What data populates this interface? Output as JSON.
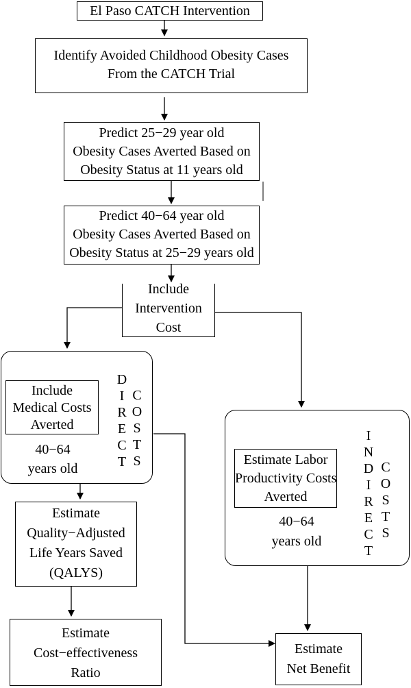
{
  "nodes": {
    "start": {
      "label": "El Paso CATCH Intervention"
    },
    "identify": {
      "lines": [
        "Identify Avoided Childhood Obesity Cases",
        "From the CATCH Trial"
      ]
    },
    "predict_25": {
      "lines": [
        "Predict 25−29 year old",
        "Obesity Cases Averted Based on",
        "Obesity Status at 11 years old"
      ]
    },
    "predict_40": {
      "lines": [
        "Predict 40−64 year old",
        "Obesity Cases Averted Based on",
        "Obesity Status at 25−29 years old"
      ]
    },
    "intervention_cost": {
      "lines": [
        "Include",
        "Intervention",
        "Cost"
      ]
    },
    "direct": {
      "inner_lines": [
        "Include",
        "Medical Costs",
        "Averted"
      ],
      "age_lines": [
        "40−64",
        "years old"
      ],
      "vertical_word_1": [
        "D",
        "I",
        "R",
        "E",
        "C",
        "T"
      ],
      "vertical_word_2": [
        "C",
        "O",
        "S",
        "T",
        "S"
      ]
    },
    "indirect": {
      "inner_lines": [
        "Estimate Labor",
        "Productivity Costs",
        "Averted"
      ],
      "age_lines": [
        "40−64",
        "years old"
      ],
      "vertical_word_1": [
        "I",
        "N",
        "D",
        "I",
        "R",
        "E",
        "C",
        "T"
      ],
      "vertical_word_2": [
        "C",
        "O",
        "S",
        "T",
        "S"
      ]
    },
    "qalys": {
      "lines": [
        "Estimate",
        "Quality−Adjusted",
        "Life Years Saved",
        "(QALYS)"
      ]
    },
    "cer": {
      "lines": [
        "Estimate",
        "Cost−effectiveness",
        "Ratio"
      ]
    },
    "net_benefit": {
      "lines": [
        "Estimate",
        "Net Benefit"
      ]
    }
  }
}
